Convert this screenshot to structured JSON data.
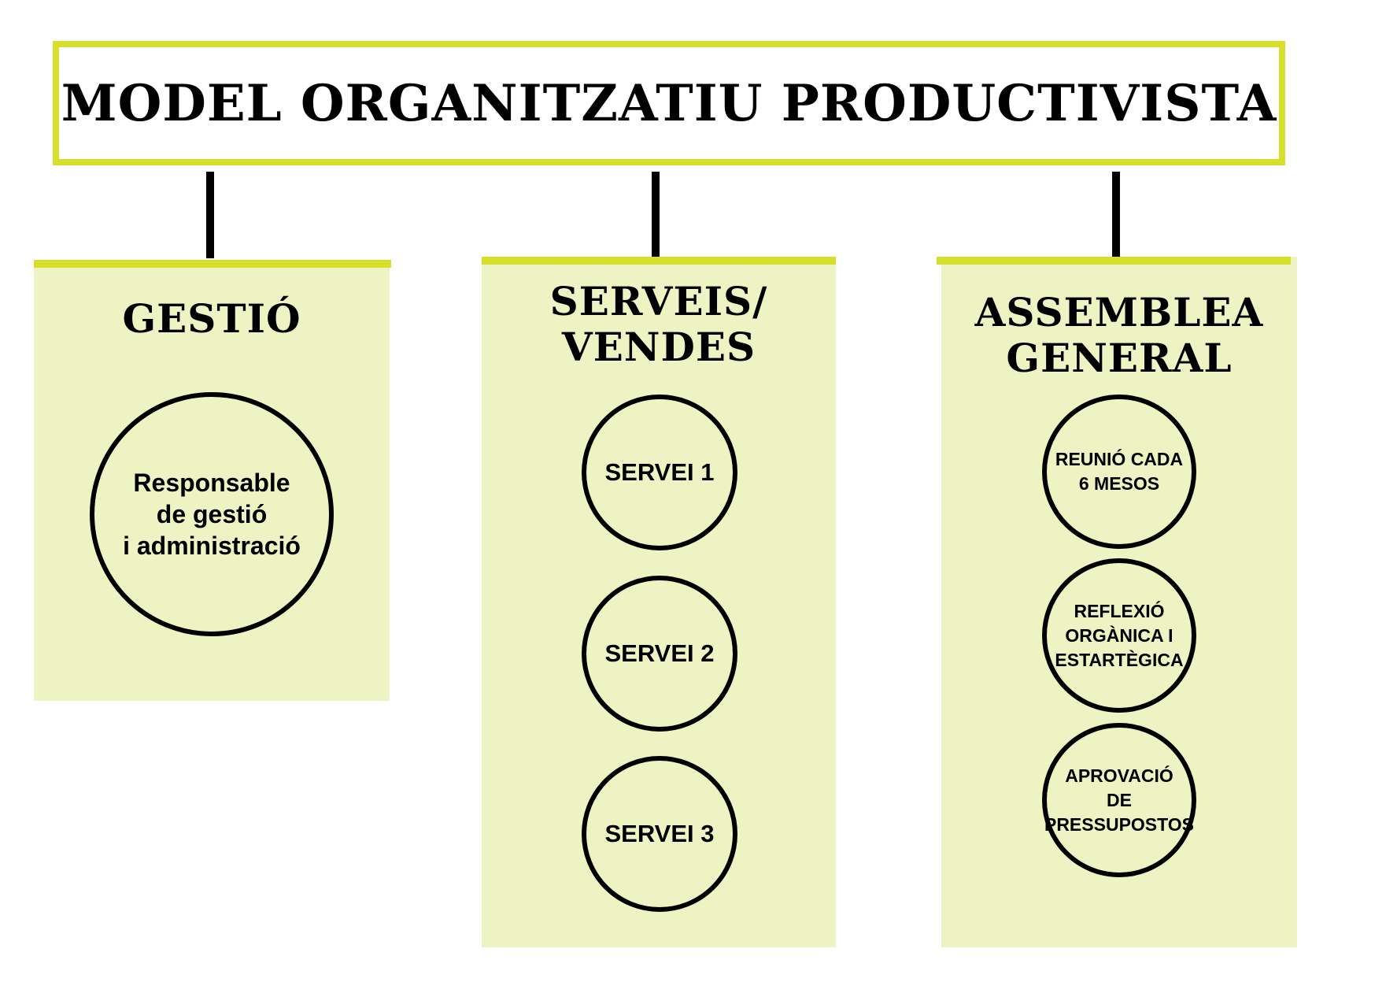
{
  "title": "MODEL ORGANITZATIU PRODUCTIVISTA",
  "columns": [
    {
      "title_lines": [
        "GESTIÓ"
      ],
      "circles": [
        {
          "lines": [
            "Responsable",
            "de gestió",
            "i administració"
          ]
        }
      ]
    },
    {
      "title_lines": [
        "SERVEIS/",
        "VENDES"
      ],
      "circles": [
        {
          "lines": [
            "SERVEI 1"
          ]
        },
        {
          "lines": [
            "SERVEI 2"
          ]
        },
        {
          "lines": [
            "SERVEI 3"
          ]
        }
      ]
    },
    {
      "title_lines": [
        "ASSEMBLEA",
        "GENERAL"
      ],
      "circles": [
        {
          "lines": [
            "REUNIÓ CADA",
            "6 MESOS"
          ]
        },
        {
          "lines": [
            "REFLEXIÓ",
            "ORGÀNICA I",
            "ESTARTÈGICA"
          ]
        },
        {
          "lines": [
            "APROVACIÓ",
            "DE",
            "PRESSUPOSTOS"
          ]
        }
      ]
    }
  ],
  "colors": {
    "accent": "#d6e02a",
    "panel": "#eef3c3",
    "line": "#000000"
  }
}
